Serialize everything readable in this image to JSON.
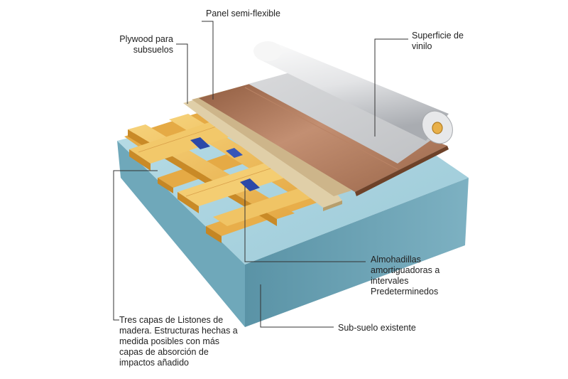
{
  "labels": {
    "panel": "Panel semi-flexible",
    "plywood": "Plywood para\nsubsuelos",
    "vinyl": "Superficie de\nvinilo",
    "pads": "Almohadillas\namortiguadoras a\nintervales\nPredeterminedos",
    "subfloor": "Sub-suelo existente",
    "battens": "Tres capas de Listones de\nmadera. Estructuras hechas a\nmedida posibles con más\ncapas de absorción de\nimpactos añadido"
  },
  "colors": {
    "slab_top": "#a9d3df",
    "slab_left": "#7fb4c4",
    "slab_front": "#5d95a8",
    "wood_light": "#f2c25c",
    "wood_mid": "#e0a63c",
    "wood_dark": "#c98a27",
    "plywood": "#d8c7a0",
    "vinyl_brown": "#a26b4b",
    "vinyl_highlight": "#c8967a",
    "roll_light": "#f2f2f2",
    "roll_shadow": "#b9bcc0",
    "pad_blue": "#2b49a8",
    "leader_line": "#333333"
  }
}
